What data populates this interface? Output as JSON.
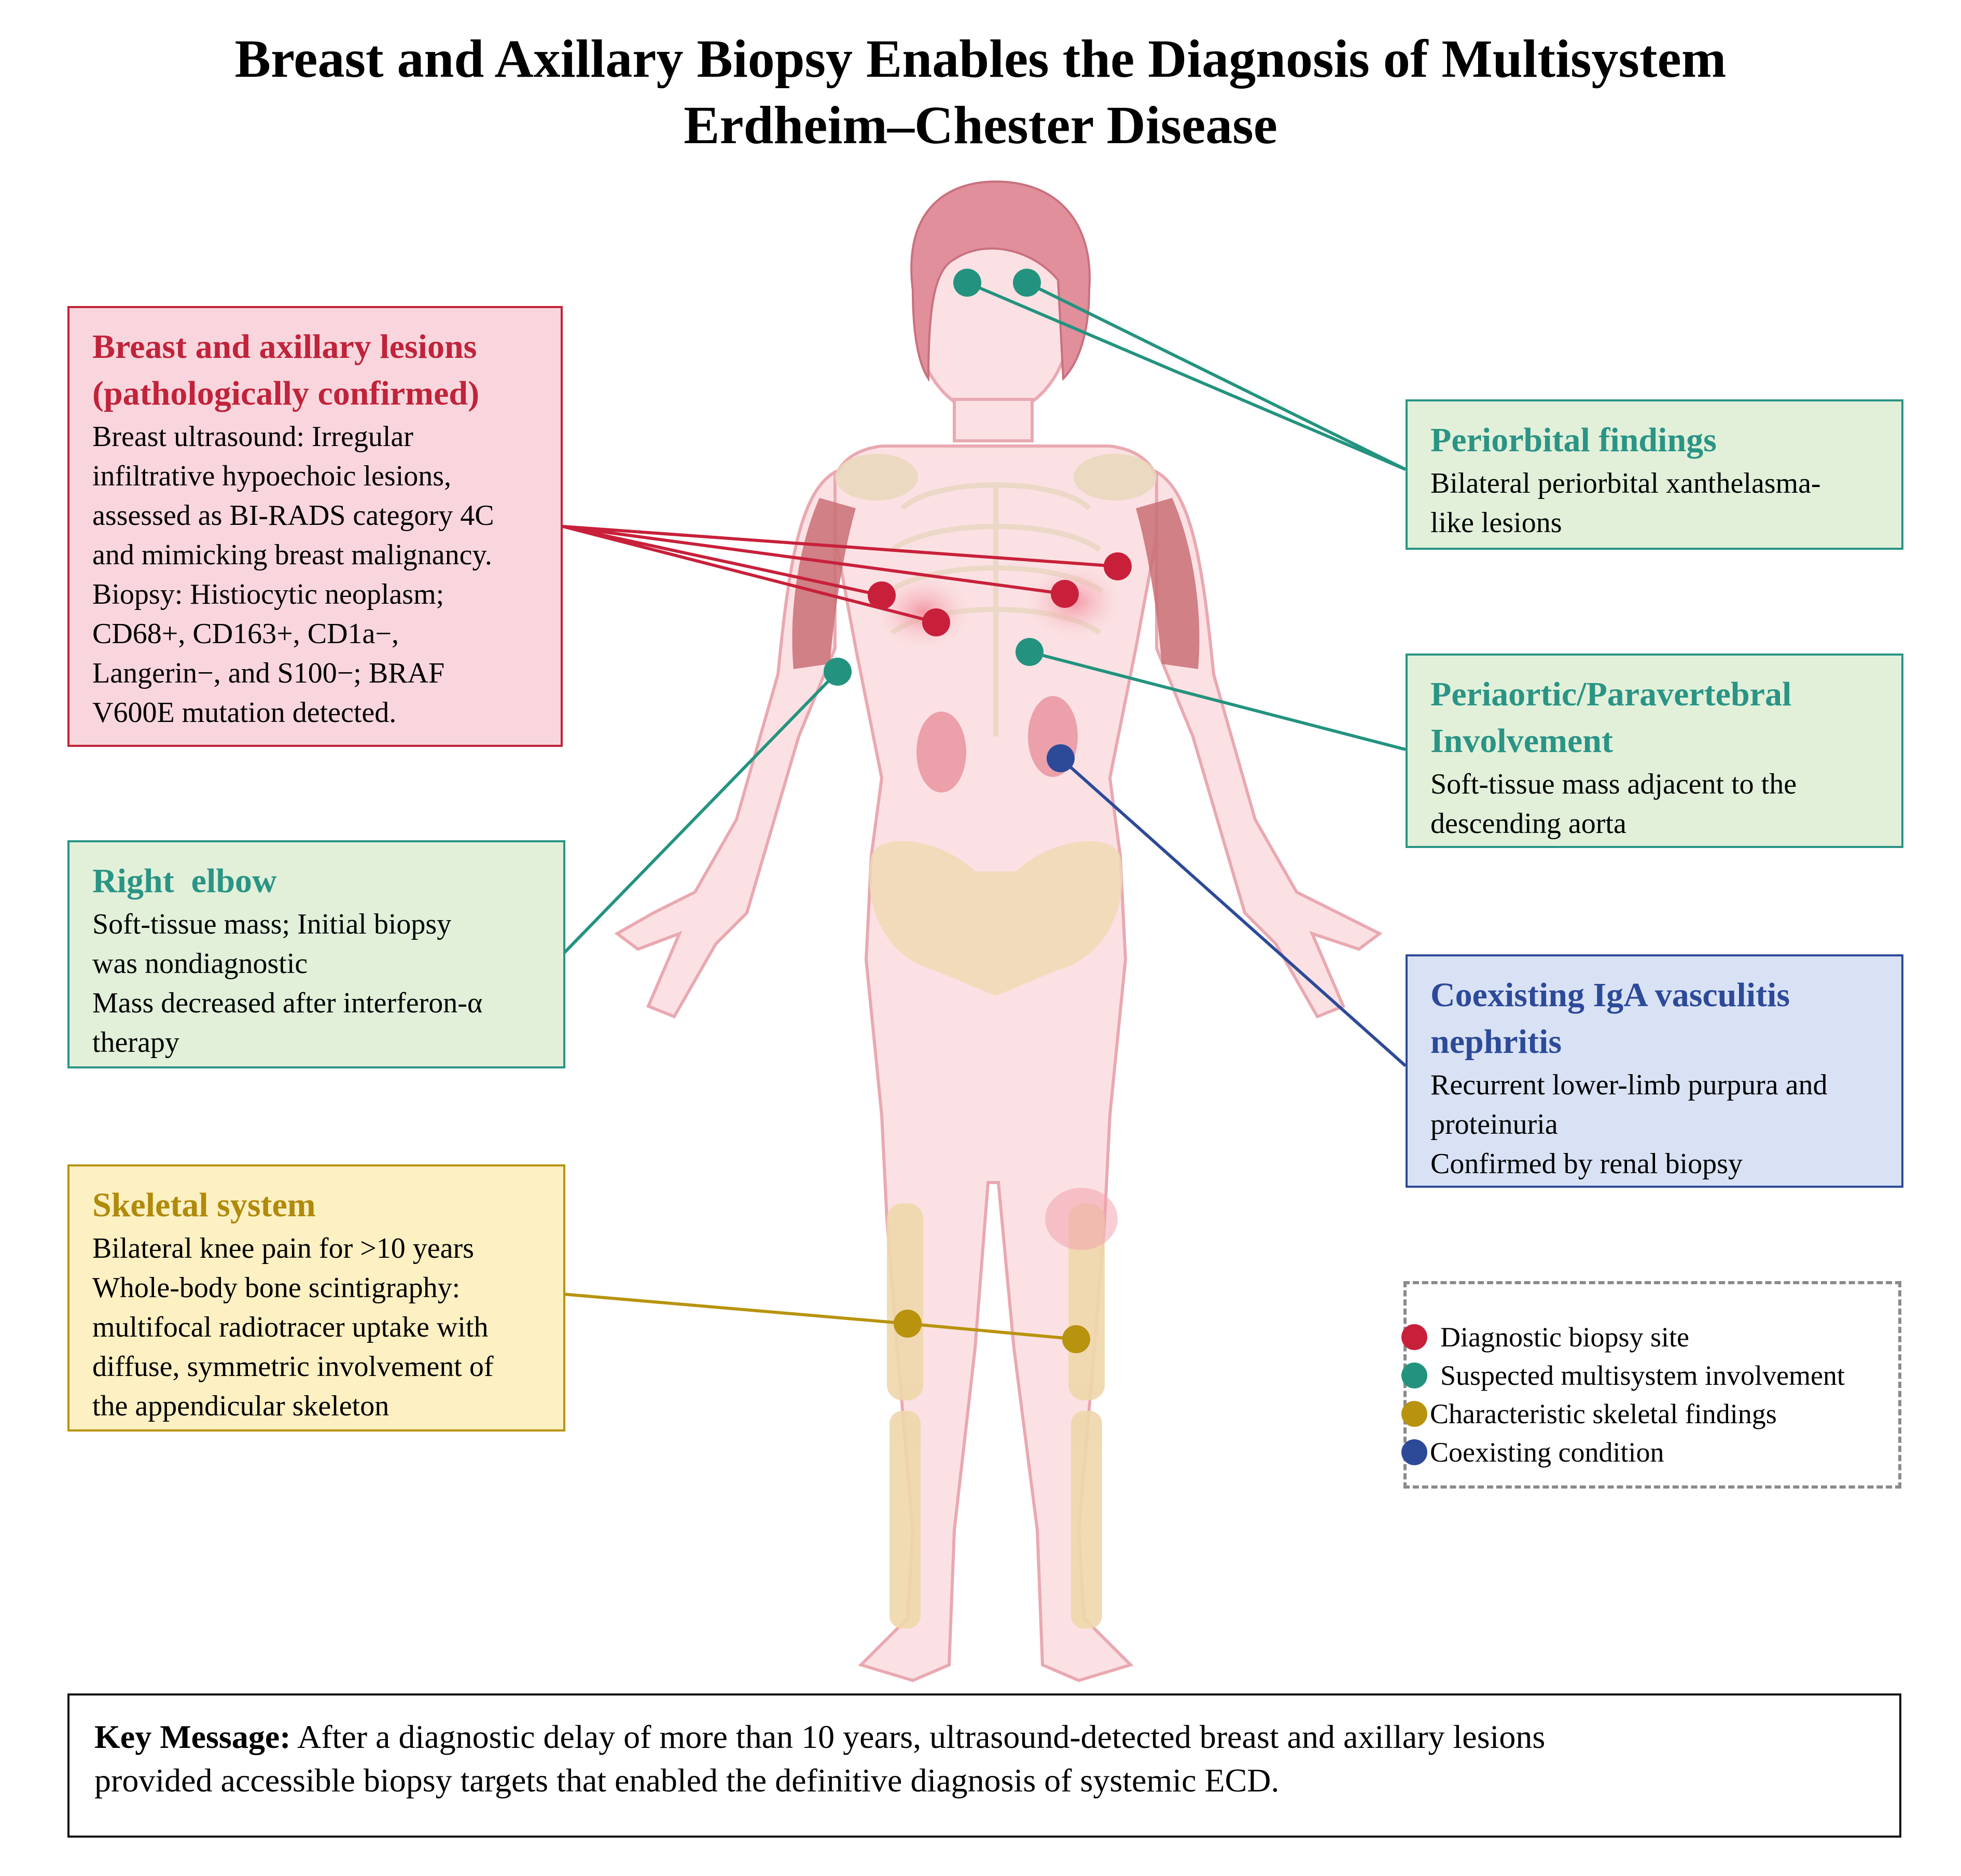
{
  "title": {
    "line1": "Breast and Axillary Biopsy Enables the Diagnosis of Multisystem",
    "line2": "Erdheim–Chester Disease"
  },
  "colors": {
    "biopsy": "#c8203a",
    "multisystem": "#23937f",
    "skeletal": "#b8930d",
    "coexisting": "#2d4a99"
  },
  "boxes": {
    "breast": {
      "heading1": "Breast and axillary lesions",
      "heading2": "(pathologically confirmed)",
      "lines": [
        "Breast ultrasound: Irregular",
        "infiltrative hypoechoic lesions,",
        "assessed as BI-RADS category 4C",
        "and mimicking breast malignancy.",
        "Biopsy: Histiocytic neoplasm;",
        "CD68+, CD163+, CD1a−,",
        "Langerin−, and S100−; BRAF",
        "V600E mutation detected."
      ]
    },
    "elbow": {
      "heading": "Right  elbow",
      "lines": [
        "Soft-tissue mass; Initial biopsy",
        "was nondiagnostic",
        "Mass decreased after interferon-α",
        "therapy"
      ]
    },
    "skeletal": {
      "heading": "Skeletal system",
      "lines": [
        "Bilateral knee pain for >10 years",
        "Whole-body bone scintigraphy:",
        "multifocal radiotracer uptake with",
        "diffuse, symmetric involvement of",
        "the appendicular skeleton"
      ]
    },
    "periorbital": {
      "heading": "Periorbital findings",
      "lines": [
        "Bilateral periorbital xanthelasma-",
        "like lesions"
      ]
    },
    "periaortic": {
      "heading1": "Periaortic/Paravertebral",
      "heading2": "Involvement",
      "lines": [
        "Soft-tissue mass adjacent to the",
        "descending aorta"
      ]
    },
    "iga": {
      "heading1": "Coexisting IgA vasculitis",
      "heading2": "nephritis",
      "lines": [
        "Recurrent lower-limb purpura and",
        "proteinuria",
        "Confirmed by renal biopsy"
      ]
    }
  },
  "legend": [
    {
      "label": "Diagnostic biopsy site",
      "color": "#c8203a"
    },
    {
      "label": "Suspected multisystem involvement",
      "color": "#23937f"
    },
    {
      "label": "Characteristic skeletal findings",
      "color": "#b8930d"
    },
    {
      "label": "Coexisting condition",
      "color": "#2d4a99"
    }
  ],
  "key_message": {
    "label": "Key Message:",
    "line1": " After a diagnostic delay of more than 10 years, ultrasound-detected breast and axillary lesions",
    "line2": "provided accessible biopsy targets that enabled the definitive diagnosis of systemic ECD."
  }
}
